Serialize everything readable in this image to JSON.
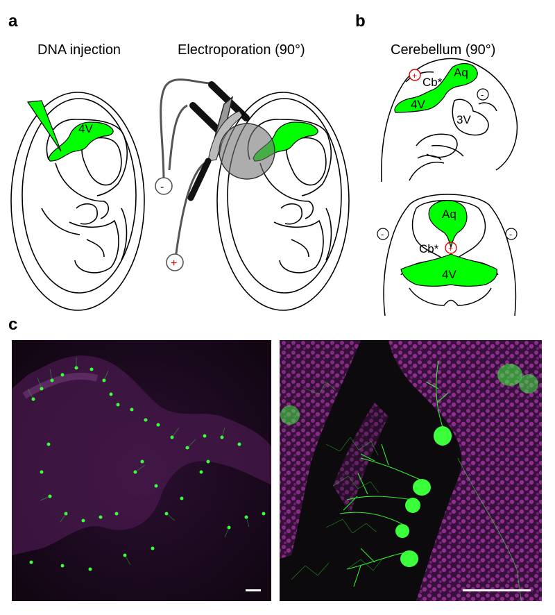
{
  "panels": {
    "a": {
      "letter": "a",
      "left_title": "DNA injection",
      "right_title": "Electroporation (90°)",
      "ventricle_label": "4V",
      "electrode_negative": "-",
      "electrode_positive": "+"
    },
    "b": {
      "letter": "b",
      "title": "Cerebellum (90°)",
      "sagittal": {
        "aq": "Aq",
        "cb": "Cb*",
        "v4": "4V",
        "v3": "3V",
        "plus": "+",
        "minus": "-"
      },
      "coronal": {
        "aq": "Aq",
        "cb": "Cb*",
        "v4": "4V",
        "minus_left": "-",
        "minus_right": "-",
        "plus": "+"
      }
    },
    "c": {
      "letter": "c"
    }
  },
  "colors": {
    "ventricle_green": "#00ff00",
    "plus_red": "#e00000",
    "micrograph_bg": "#1a0a1e",
    "nuclei_magenta": "#8a2a8c",
    "cell_green": "#3cff3c"
  }
}
